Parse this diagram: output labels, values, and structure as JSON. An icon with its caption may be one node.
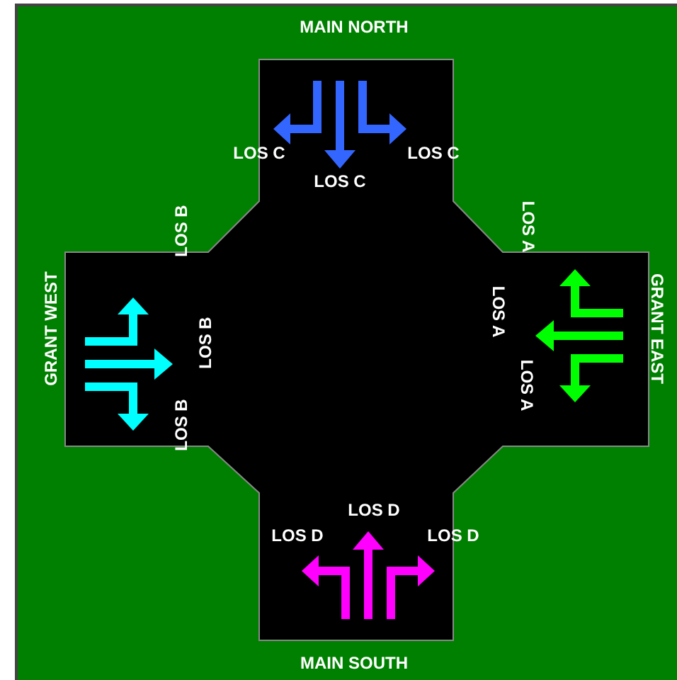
{
  "diagram": {
    "labels": [
      "MAIN NORTH",
      "LOS C",
      "LOS C",
      "LOS C",
      "LOS B",
      "LOS A",
      "LOS B",
      "LOS A",
      "GRANT WEST",
      "GRANT EAST",
      "LOS A",
      "LOS B",
      "LOS D",
      "LOS D",
      "LOS D",
      "MAIN SOUTH"
    ]
  }
}
